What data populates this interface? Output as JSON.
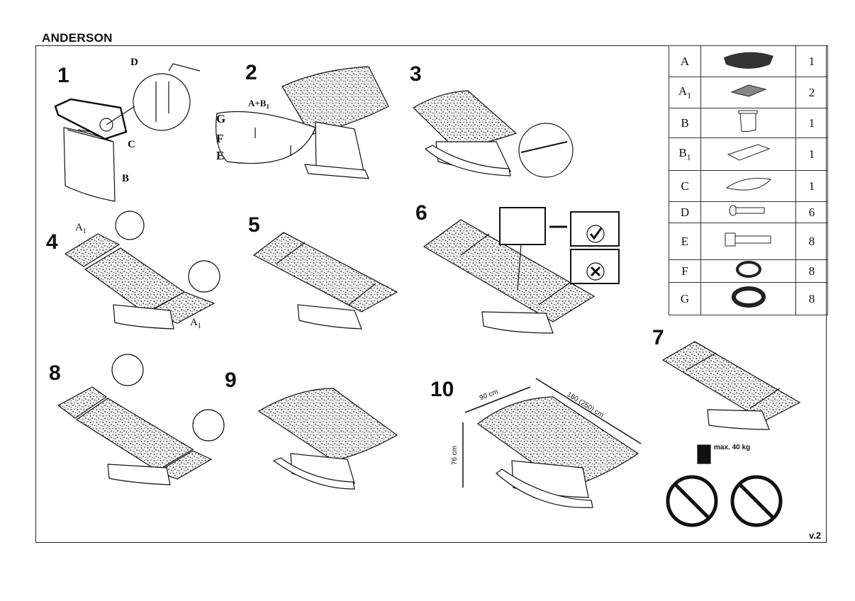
{
  "doc": {
    "title": "ANDERSON",
    "version": "v.2",
    "max_load": "max. 40 kg"
  },
  "steps": [
    "1",
    "2",
    "3",
    "4",
    "5",
    "6",
    "7",
    "8",
    "9",
    "10"
  ],
  "labels": {
    "step1": {
      "d": "D",
      "c": "C",
      "b": "B"
    },
    "step2": {
      "ab": "A+B",
      "ab_sub": "1",
      "g": "G",
      "f": "F",
      "e": "E"
    },
    "step4": {
      "a_top": "A",
      "a_top_sub": "1",
      "a_bottom": "A",
      "a_bottom_sub": "1"
    }
  },
  "dimensions": {
    "depth": "90 cm",
    "length": "160 (250) cm",
    "height": "76 cm"
  },
  "parts": [
    {
      "label": "A",
      "sub": "",
      "qty": "1",
      "icon": "glass-top-icon"
    },
    {
      "label": "A",
      "sub": "1",
      "qty": "2",
      "icon": "extension-leaf-icon"
    },
    {
      "label": "B",
      "sub": "",
      "qty": "1",
      "icon": "base-leg-icon"
    },
    {
      "label": "B",
      "sub": "1",
      "qty": "1",
      "icon": "frame-plate-icon"
    },
    {
      "label": "C",
      "sub": "",
      "qty": "1",
      "icon": "oval-plate-icon"
    },
    {
      "label": "D",
      "sub": "",
      "qty": "6",
      "icon": "short-bolt-icon"
    },
    {
      "label": "E",
      "sub": "",
      "qty": "8",
      "icon": "long-bolt-icon"
    },
    {
      "label": "F",
      "sub": "",
      "qty": "8",
      "icon": "spring-washer-icon"
    },
    {
      "label": "G",
      "sub": "",
      "qty": "8",
      "icon": "flat-washer-icon"
    }
  ]
}
